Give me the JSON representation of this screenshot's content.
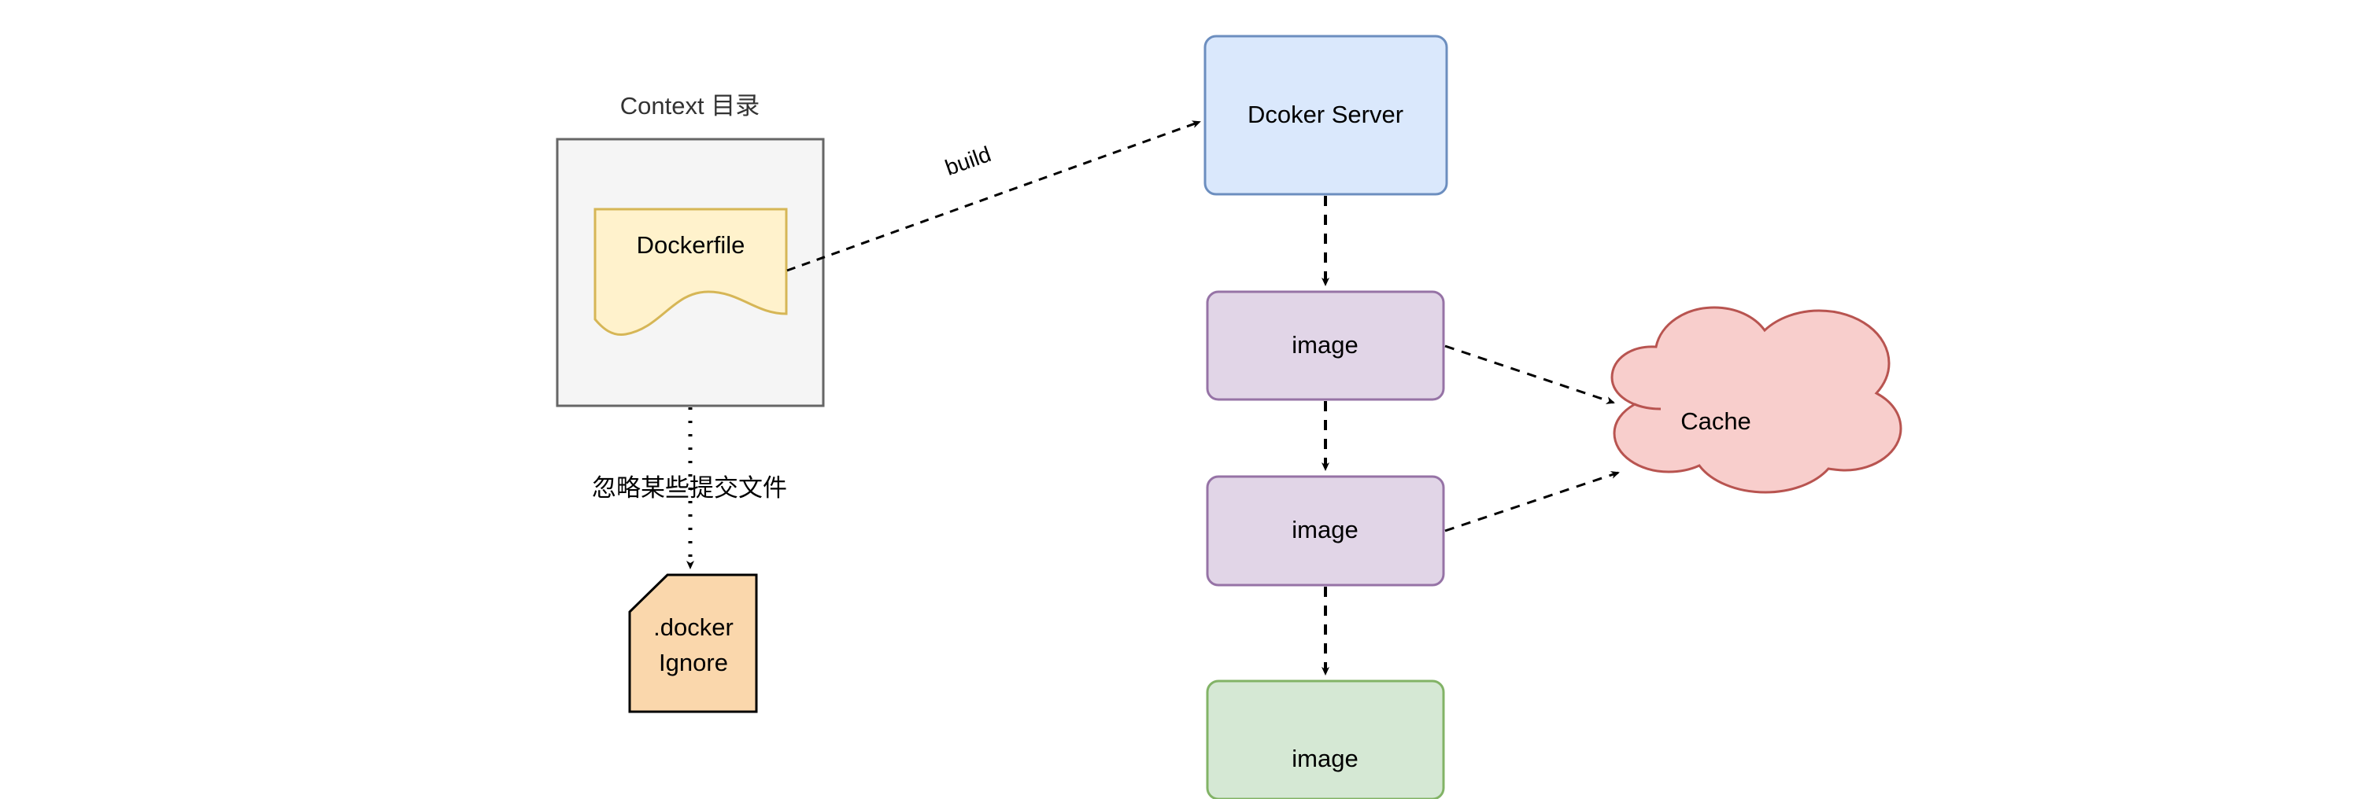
{
  "diagram": {
    "title_visible": false,
    "background": "#ffffff",
    "nodes": {
      "context_group": {
        "title": "Context 目录",
        "title_color": "#333333",
        "fill": "#f5f5f5",
        "stroke": "#666666"
      },
      "dockerfile": {
        "label": "Dockerfile",
        "shape": "document",
        "fill": "#fff2cc",
        "stroke": "#d6b656"
      },
      "dockerignore": {
        "label": ".docker\nIgnore",
        "shape": "cut-corner-note",
        "fill": "#fad7ac",
        "stroke": "#000000"
      },
      "docker_server": {
        "label": "Dcoker Server",
        "shape": "rounded-rect",
        "fill": "#dae8fc",
        "stroke": "#6c8ebf"
      },
      "image_1": {
        "label": "image",
        "shape": "rounded-rect",
        "fill": "#e1d5e7",
        "stroke": "#9673a6"
      },
      "image_2": {
        "label": "image",
        "shape": "rounded-rect",
        "fill": "#e1d5e7",
        "stroke": "#9673a6"
      },
      "image_3": {
        "label": "image",
        "shape": "rounded-rect",
        "fill": "#d5e8d4",
        "stroke": "#82b366"
      },
      "cache": {
        "label": "Cache",
        "shape": "cloud",
        "fill": "#f8cecc",
        "stroke": "#b85450"
      }
    },
    "edges": [
      {
        "id": "dockerfile-to-server",
        "label": "build",
        "from": "dockerfile",
        "to": "docker_server",
        "style": "dashed",
        "color": "#000000"
      },
      {
        "id": "context-to-dockerignore",
        "label": "忽略某些提交文件",
        "from": "context_group",
        "to": "dockerignore",
        "style": "dotted",
        "color": "#000000"
      },
      {
        "id": "server-to-image1",
        "label": "",
        "from": "docker_server",
        "to": "image_1",
        "style": "dashed",
        "color": "#000000"
      },
      {
        "id": "image1-to-image2",
        "label": "",
        "from": "image_1",
        "to": "image_2",
        "style": "dashed",
        "color": "#000000"
      },
      {
        "id": "image2-to-image3",
        "label": "",
        "from": "image_2",
        "to": "image_3",
        "style": "dashed",
        "color": "#000000"
      },
      {
        "id": "image1-to-cache",
        "label": "",
        "from": "image_1",
        "to": "cache",
        "style": "dashed",
        "color": "#000000"
      },
      {
        "id": "image2-to-cache",
        "label": "",
        "from": "image_2",
        "to": "cache",
        "style": "dashed",
        "color": "#000000"
      }
    ]
  }
}
